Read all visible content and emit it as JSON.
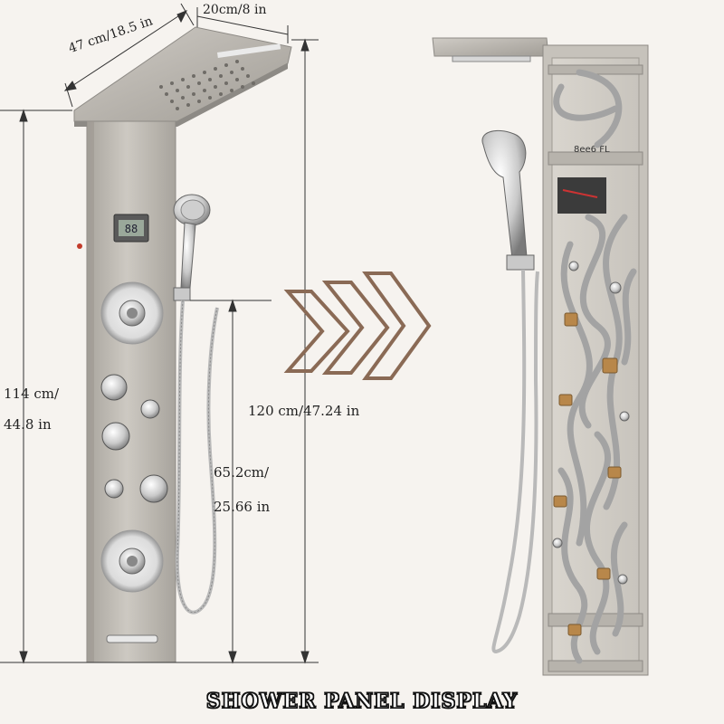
{
  "dimensions": {
    "width_top": "47 cm/18.5 in",
    "depth_top": "20cm/8 in",
    "height_114_line1": "114 cm/",
    "height_114_line2": "44.8 in",
    "height_120": "120 cm/47.24 in",
    "handle_height_line1": "65.2cm/",
    "handle_height_line2": "25.66 in"
  },
  "caption": "SHOWER PANEL DISPLAY",
  "display_readout": "88",
  "back_panel_marking": "8ee6 FL",
  "colors": {
    "background": "#f6f3ef",
    "panel_steel": "#bdb9b2",
    "panel_steel_dark": "#8d8a85",
    "chrome": "#d8d8d8",
    "arrow_brown": "#8a6a55",
    "hose_gray": "#a3a3a3",
    "brass": "#b8874a",
    "dimension_line": "#333333"
  }
}
